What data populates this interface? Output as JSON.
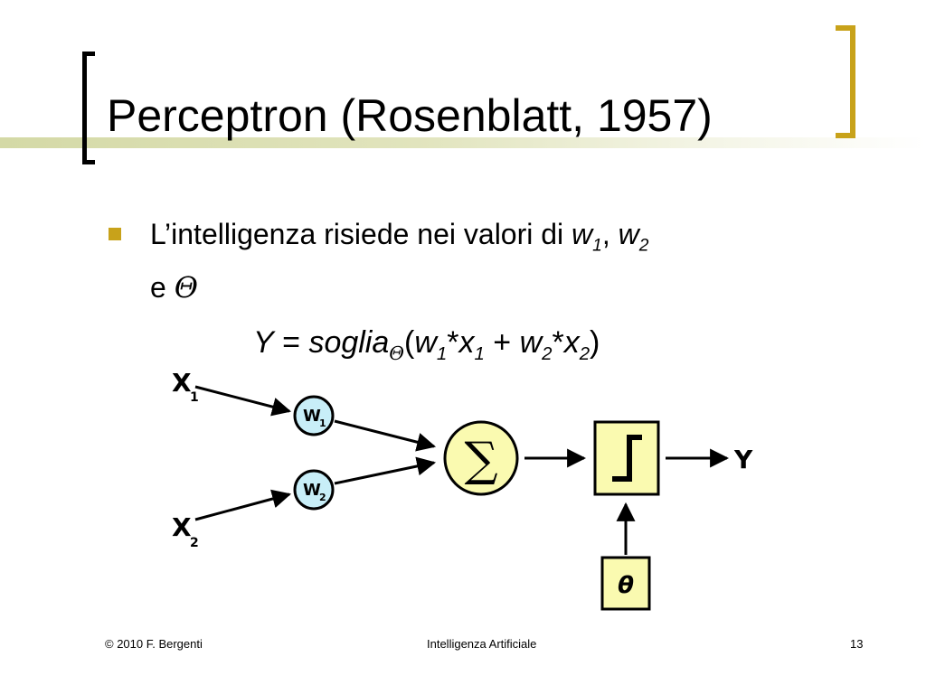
{
  "slide": {
    "title": "Perceptron (Rosenblatt, 1957)",
    "bullet": {
      "text": "L’intelligenza risiede nei valori di ",
      "w": "w",
      "sub1": "1",
      "comma": ", ",
      "sub2": "2",
      "and": "e ",
      "theta": "Θ"
    },
    "formula": {
      "y": "Y",
      "equals": " = ",
      "func": "soglia",
      "theta_sub": "Θ",
      "open": "(",
      "w": "w",
      "x": "x",
      "sub1": "1",
      "sub2": "2",
      "times": "*",
      "plus": " + ",
      "close": ")"
    }
  },
  "diagram": {
    "input1": {
      "label": "X",
      "sub": "1"
    },
    "input2": {
      "label": "X",
      "sub": "2"
    },
    "weight1": {
      "label": "W",
      "sub": "1"
    },
    "weight2": {
      "label": "W",
      "sub": "2"
    },
    "sum_symbol": "∑",
    "step_symbol": "⌠",
    "threshold": "θ",
    "output": "Y",
    "colors": {
      "weight_fill": "#c8eef8",
      "node_fill": "#fafab0",
      "stroke": "#000000"
    }
  },
  "footer": {
    "left": "© 2010 F. Bergenti",
    "center": "Intelligenza Artificiale",
    "page": "13"
  },
  "theme": {
    "accent": "#c8a21a",
    "bar": "#d4d9a6"
  }
}
